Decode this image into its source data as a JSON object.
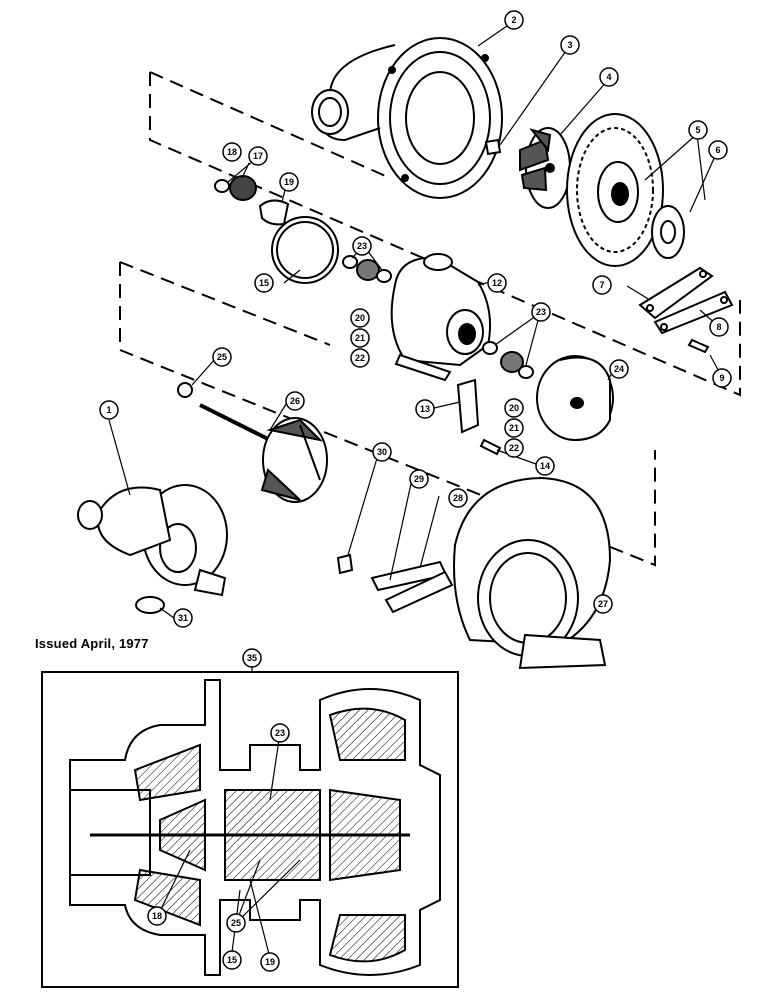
{
  "issued_note": "Issued April, 1977",
  "callouts": [
    {
      "id": "c1",
      "label": "1"
    },
    {
      "id": "c2",
      "label": "2"
    },
    {
      "id": "c3",
      "label": "3"
    },
    {
      "id": "c4",
      "label": "4"
    },
    {
      "id": "c5",
      "label": "5"
    },
    {
      "id": "c6",
      "label": "6"
    },
    {
      "id": "c7",
      "label": "7"
    },
    {
      "id": "c8",
      "label": "8"
    },
    {
      "id": "c9",
      "label": "9"
    },
    {
      "id": "c12",
      "label": "12"
    },
    {
      "id": "c13",
      "label": "13"
    },
    {
      "id": "c14",
      "label": "14"
    },
    {
      "id": "c15",
      "label": "15"
    },
    {
      "id": "c17",
      "label": "17"
    },
    {
      "id": "c18",
      "label": "18"
    },
    {
      "id": "c19",
      "label": "19"
    },
    {
      "id": "c20a",
      "label": "20"
    },
    {
      "id": "c21a",
      "label": "21"
    },
    {
      "id": "c22a",
      "label": "22"
    },
    {
      "id": "c23a",
      "label": "23"
    },
    {
      "id": "c20b",
      "label": "20"
    },
    {
      "id": "c21b",
      "label": "21"
    },
    {
      "id": "c22b",
      "label": "22"
    },
    {
      "id": "c23b",
      "label": "23"
    },
    {
      "id": "c24",
      "label": "24"
    },
    {
      "id": "c25",
      "label": "25"
    },
    {
      "id": "c26",
      "label": "26"
    },
    {
      "id": "c27",
      "label": "27"
    },
    {
      "id": "c28",
      "label": "28"
    },
    {
      "id": "c29",
      "label": "29"
    },
    {
      "id": "c30",
      "label": "30"
    },
    {
      "id": "c31",
      "label": "31"
    },
    {
      "id": "c35",
      "label": "35"
    },
    {
      "id": "s23",
      "label": "23"
    },
    {
      "id": "s18",
      "label": "18"
    },
    {
      "id": "s25",
      "label": "25"
    },
    {
      "id": "s15",
      "label": "15"
    },
    {
      "id": "s19",
      "label": "19"
    }
  ]
}
